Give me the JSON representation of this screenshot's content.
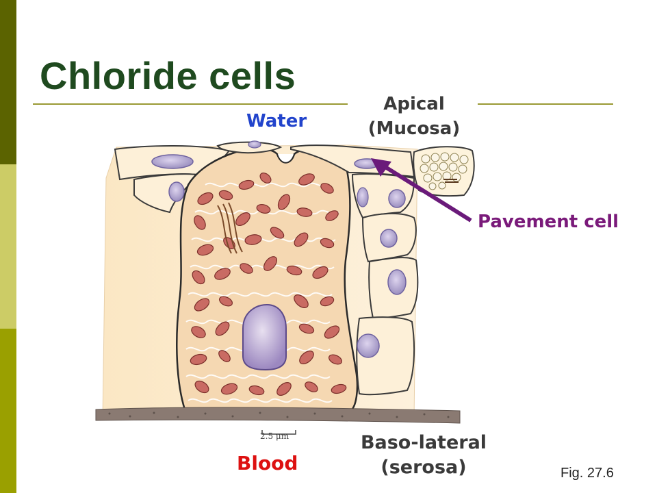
{
  "slide": {
    "title": "Chloride cells",
    "figure_ref": "Fig. 27.6"
  },
  "labels": {
    "apical_line1": "Apical",
    "apical_line2": "(Mucosa)",
    "water": "Water",
    "pavement_cell": "Pavement cell",
    "blood": "Blood",
    "baso_line1": "Baso-lateral",
    "baso_line2": "(serosa)",
    "scale_bar": "2.5 μm"
  },
  "colors": {
    "water": "#2244cc",
    "blood": "#dd1111",
    "pavement_cell": "#7a1a7a",
    "arrow": "#6a1a7a",
    "title": "#1f4a1f"
  }
}
